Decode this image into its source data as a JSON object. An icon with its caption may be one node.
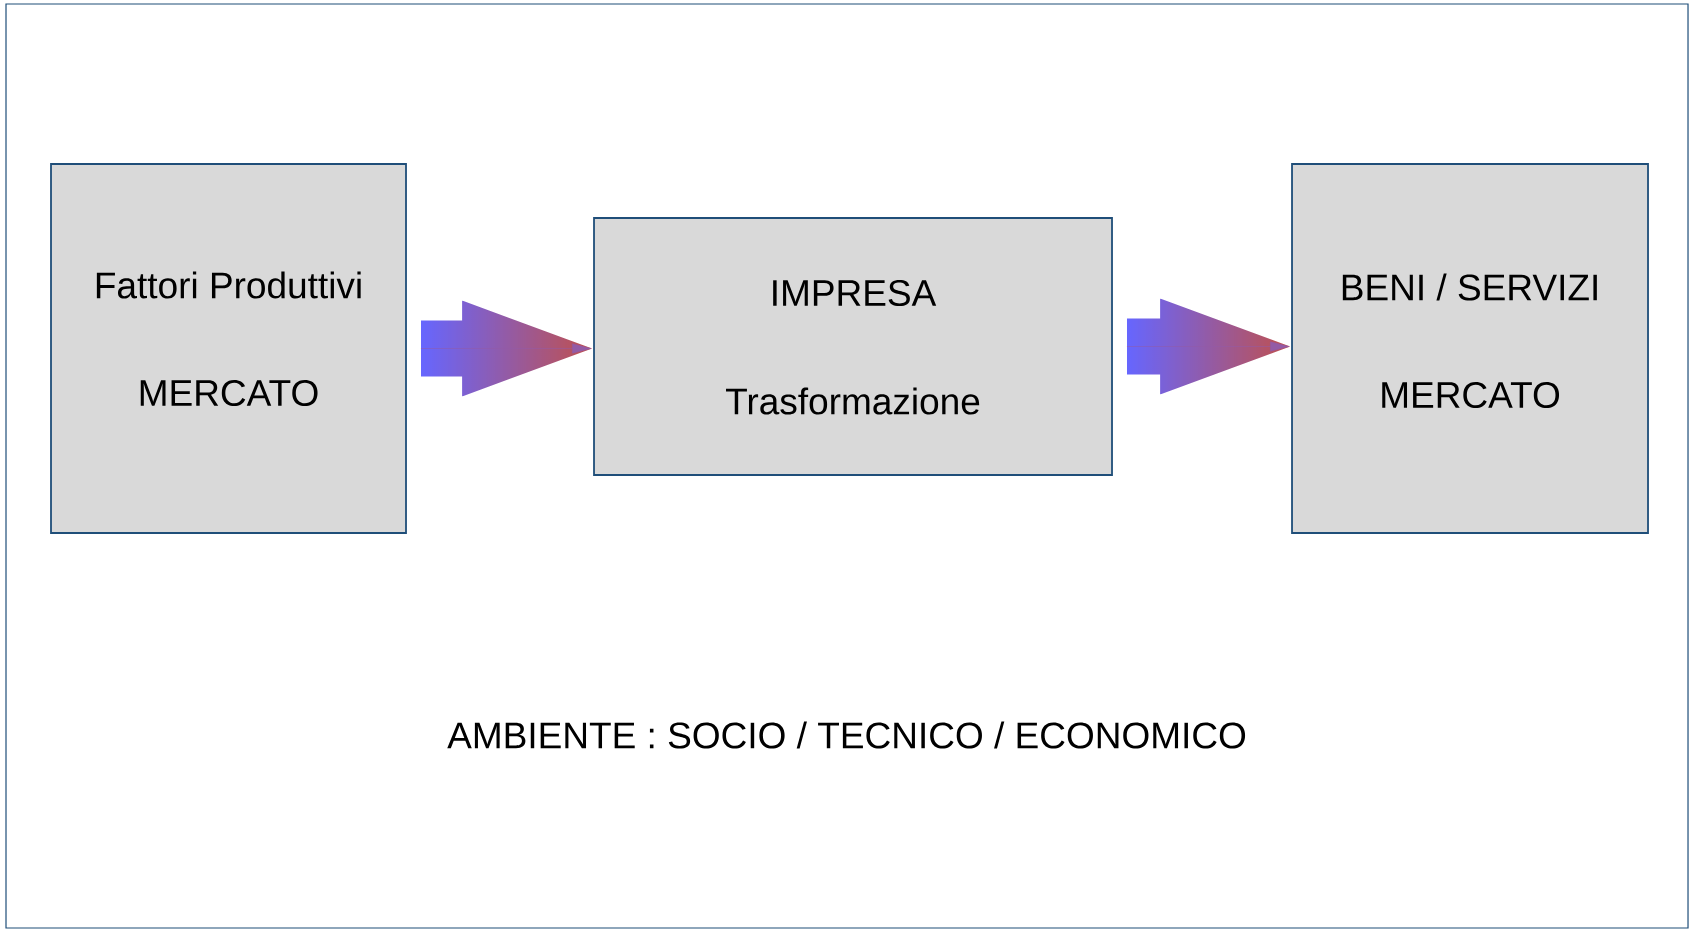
{
  "diagram": {
    "nodes": [
      {
        "text": [
          "AMBIENTE : SOCIO / TECNICO / ECONOMICO"
        ]
      },
      {
        "text": [
          "Fattori Produttivi",
          "MERCATO"
        ],
        "in": 0
      },
      {
        "text": [
          "IMPRESA",
          "Trasformazione"
        ],
        "in": 0
      },
      {
        "text": [
          "BENI / SERVIZI",
          "MERCATO"
        ],
        "in": 0
      }
    ],
    "edges": [
      {
        "from": 1,
        "to": 2,
        "arrow": "to"
      },
      {
        "from": 2,
        "to": 3,
        "arrow": "to"
      }
    ]
  }
}
